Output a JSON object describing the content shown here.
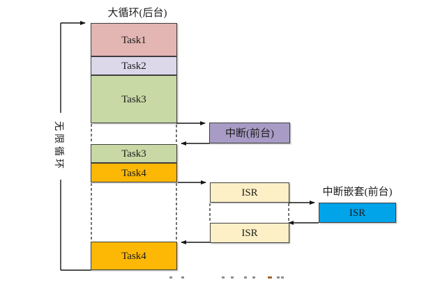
{
  "header": {
    "title": "大循环(后台)"
  },
  "loop": {
    "label": "无限循环"
  },
  "background_column": {
    "tasks": [
      {
        "label": "Task1",
        "color": "#e3b5b3"
      },
      {
        "label": "Task2",
        "color": "#dcd8ea"
      },
      {
        "label": "Task3",
        "color": "#c8d9a5"
      },
      {
        "label": "Task3",
        "color": "#c8d9a5"
      },
      {
        "label": "Task4",
        "color": "#fcb805"
      },
      {
        "label": "Task4",
        "color": "#fcb805"
      }
    ]
  },
  "foreground": {
    "interrupt": {
      "label": "中断(前台)",
      "color": "#a89bc5"
    },
    "isr_first": {
      "label": "ISR",
      "color": "#fdf0c6"
    },
    "nested_title": "中断嵌套(前台)",
    "nested_isr": {
      "label": "ISR",
      "color": "#01a3e9"
    },
    "isr_second": {
      "label": "ISR",
      "color": "#fdf0c6"
    }
  },
  "colors": {
    "line": "#151515",
    "border": "#3e3e3e"
  }
}
